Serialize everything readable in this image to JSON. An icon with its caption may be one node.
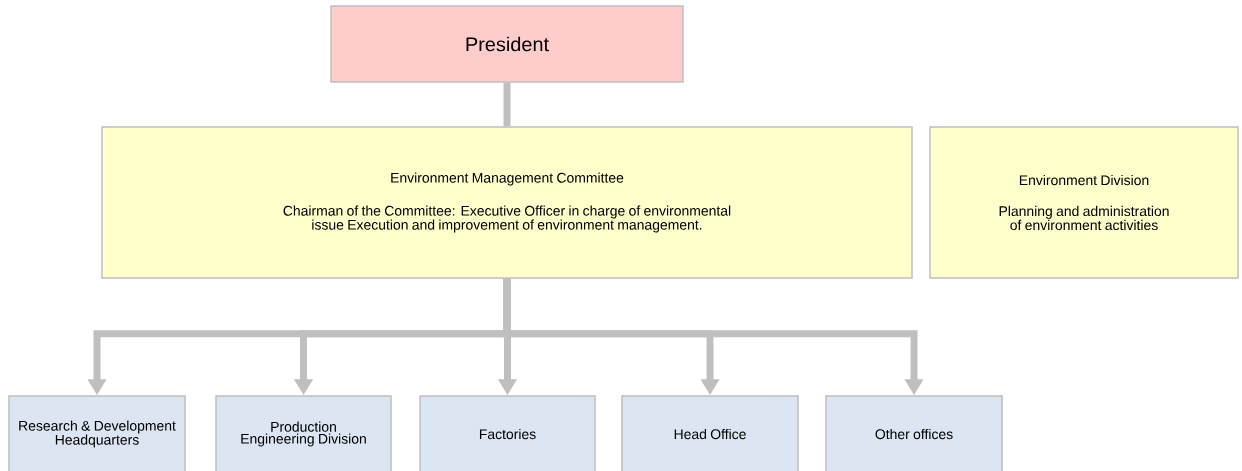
{
  "diagram": {
    "nodes": [
      {
        "text": [
          "President"
        ]
      },
      {
        "text": [
          "Environment Management Committee",
          "Chairman of the Committee: Executive Officer in charge of environmental issue Execution and improvement of environment management."
        ]
      },
      {
        "text": [
          "Environment Division",
          "Planning and administration of environment activities"
        ]
      },
      {
        "text": [
          "Research & Development Headquarters"
        ]
      },
      {
        "text": [
          "Production Engineering Division"
        ]
      },
      {
        "text": [
          "Factories"
        ]
      },
      {
        "text": [
          "Head Office"
        ]
      },
      {
        "text": [
          "Other offices"
        ]
      }
    ],
    "edges": [
      {
        "from": 0,
        "to": 1,
        "arrow": "none"
      },
      {
        "from": 1,
        "to": 3,
        "arrow": "to"
      },
      {
        "from": 1,
        "to": 4,
        "arrow": "to"
      },
      {
        "from": 1,
        "to": 5,
        "arrow": "to"
      },
      {
        "from": 1,
        "to": 6,
        "arrow": "to"
      },
      {
        "from": 1,
        "to": 7,
        "arrow": "to"
      }
    ]
  }
}
